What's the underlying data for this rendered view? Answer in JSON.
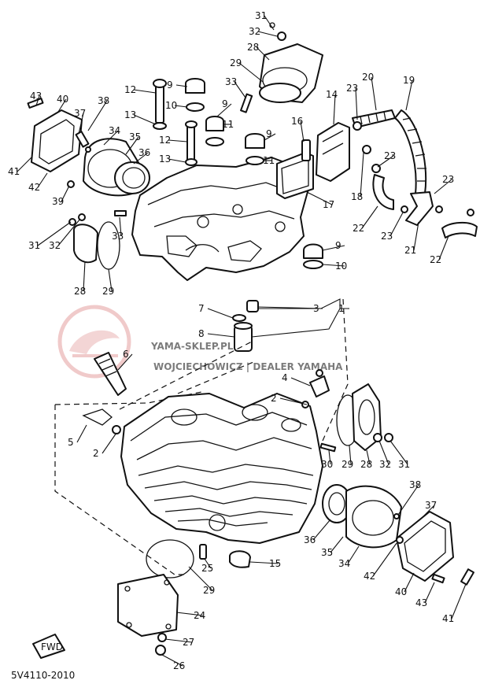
{
  "diagram": {
    "code": "5V4110-2010",
    "fwd_label": "FWD",
    "watermark": {
      "title": "YAMA-SKLEP.PL",
      "subtitle": "WOJCIECHOWICZ | DEALER YAMAHA",
      "color": "#e8b8b8"
    },
    "callouts": [
      {
        "id": "c31a",
        "label": "31"
      },
      {
        "id": "c32a",
        "label": "32"
      },
      {
        "id": "c28a",
        "label": "28"
      },
      {
        "id": "c29a",
        "label": "29"
      },
      {
        "id": "c33a",
        "label": "33"
      },
      {
        "id": "c9a",
        "label": "9"
      },
      {
        "id": "c10a",
        "label": "10"
      },
      {
        "id": "c12a",
        "label": "12"
      },
      {
        "id": "c13a",
        "label": "13"
      },
      {
        "id": "c9b",
        "label": "9"
      },
      {
        "id": "c11a",
        "label": "11"
      },
      {
        "id": "c12b",
        "label": "12"
      },
      {
        "id": "c13b",
        "label": "13"
      },
      {
        "id": "c9c",
        "label": "9"
      },
      {
        "id": "c11b",
        "label": "11"
      },
      {
        "id": "c14",
        "label": "14"
      },
      {
        "id": "c23a",
        "label": "23"
      },
      {
        "id": "c20",
        "label": "20"
      },
      {
        "id": "c19",
        "label": "19"
      },
      {
        "id": "c16",
        "label": "16"
      },
      {
        "id": "c17",
        "label": "17"
      },
      {
        "id": "c18",
        "label": "18"
      },
      {
        "id": "c23b",
        "label": "23"
      },
      {
        "id": "c23c",
        "label": "23"
      },
      {
        "id": "c22a",
        "label": "22"
      },
      {
        "id": "c23d",
        "label": "23"
      },
      {
        "id": "c21",
        "label": "21"
      },
      {
        "id": "c22b",
        "label": "22"
      },
      {
        "id": "c43a",
        "label": "43"
      },
      {
        "id": "c40a",
        "label": "40"
      },
      {
        "id": "c38a",
        "label": "38"
      },
      {
        "id": "c37a",
        "label": "37"
      },
      {
        "id": "c34a",
        "label": "34"
      },
      {
        "id": "c35a",
        "label": "35"
      },
      {
        "id": "c36a",
        "label": "36"
      },
      {
        "id": "c41a",
        "label": "41"
      },
      {
        "id": "c42a",
        "label": "42"
      },
      {
        "id": "c39",
        "label": "39"
      },
      {
        "id": "c31b",
        "label": "31"
      },
      {
        "id": "c32b",
        "label": "32"
      },
      {
        "id": "c33b",
        "label": "33"
      },
      {
        "id": "c28b",
        "label": "28"
      },
      {
        "id": "c29b",
        "label": "29"
      },
      {
        "id": "c9d",
        "label": "9"
      },
      {
        "id": "c10b",
        "label": "10"
      },
      {
        "id": "c3",
        "label": "3"
      },
      {
        "id": "c1",
        "label": "1"
      },
      {
        "id": "c7",
        "label": "7"
      },
      {
        "id": "c8",
        "label": "8"
      },
      {
        "id": "c6",
        "label": "6"
      },
      {
        "id": "c4",
        "label": "4"
      },
      {
        "id": "c2a",
        "label": "2"
      },
      {
        "id": "c5",
        "label": "5"
      },
      {
        "id": "c2b",
        "label": "2"
      },
      {
        "id": "c30",
        "label": "30"
      },
      {
        "id": "c29c",
        "label": "29"
      },
      {
        "id": "c28c",
        "label": "28"
      },
      {
        "id": "c32c",
        "label": "32"
      },
      {
        "id": "c31c",
        "label": "31"
      },
      {
        "id": "c38b",
        "label": "38"
      },
      {
        "id": "c37b",
        "label": "37"
      },
      {
        "id": "c36b",
        "label": "36"
      },
      {
        "id": "c35b",
        "label": "35"
      },
      {
        "id": "c34b",
        "label": "34"
      },
      {
        "id": "c42b",
        "label": "42"
      },
      {
        "id": "c40b",
        "label": "40"
      },
      {
        "id": "c43b",
        "label": "43"
      },
      {
        "id": "c41b",
        "label": "41"
      },
      {
        "id": "c25",
        "label": "25"
      },
      {
        "id": "c15",
        "label": "15"
      },
      {
        "id": "c29d",
        "label": "29"
      },
      {
        "id": "c24",
        "label": "24"
      },
      {
        "id": "c27",
        "label": "27"
      },
      {
        "id": "c26",
        "label": "26"
      }
    ]
  }
}
